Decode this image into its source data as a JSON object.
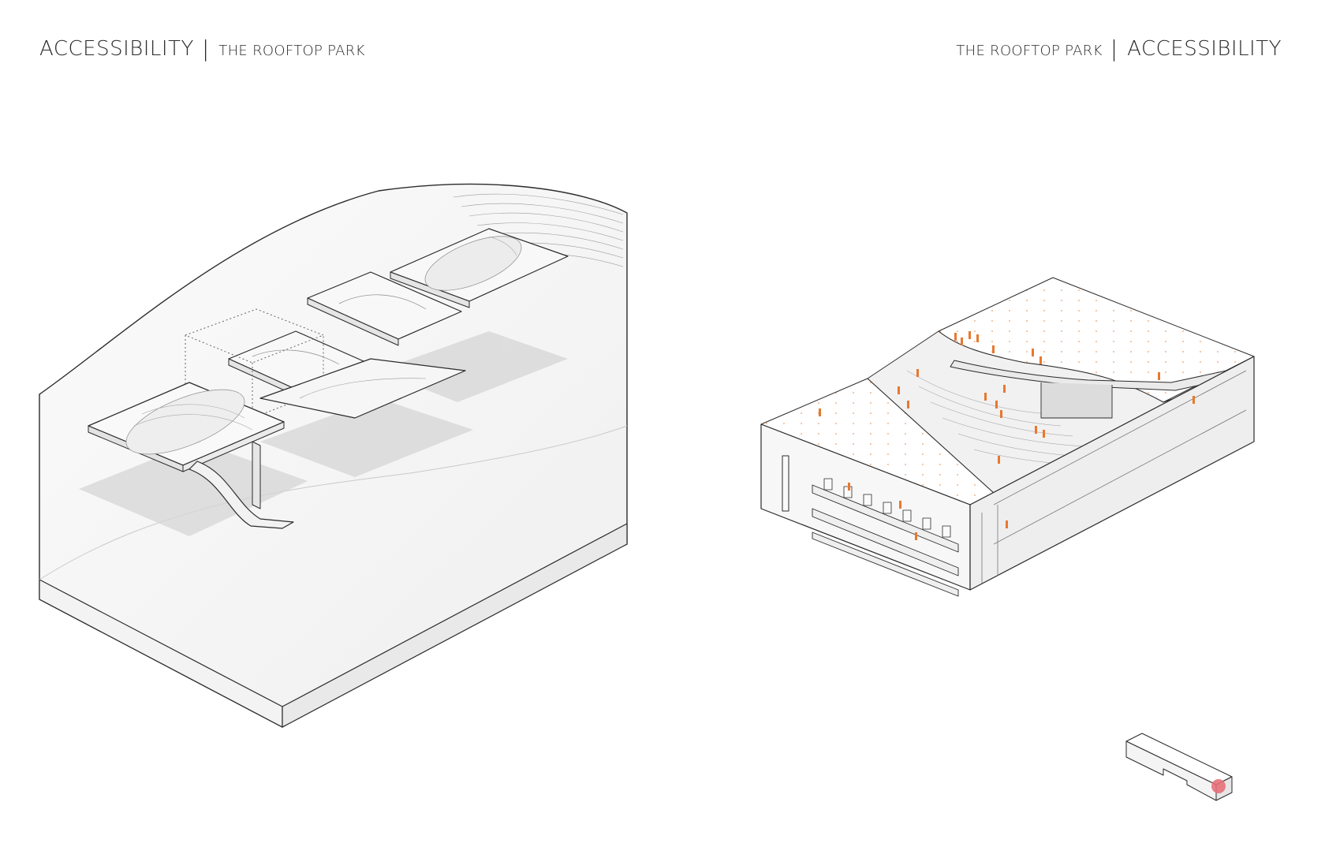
{
  "header_left": {
    "title": "ACCESSIBILITY",
    "separator": "|",
    "subtitle": "THE ROOFTOP PARK"
  },
  "header_right": {
    "subtitle": "THE ROOFTOP PARK",
    "separator": "|",
    "title": "ACCESSIBILITY"
  },
  "colors": {
    "line": "#2b2b2b",
    "surface": "#f5f5f5",
    "shadow": "#dcdcdc",
    "people": "#e8782f",
    "marker": "#e8707a"
  }
}
